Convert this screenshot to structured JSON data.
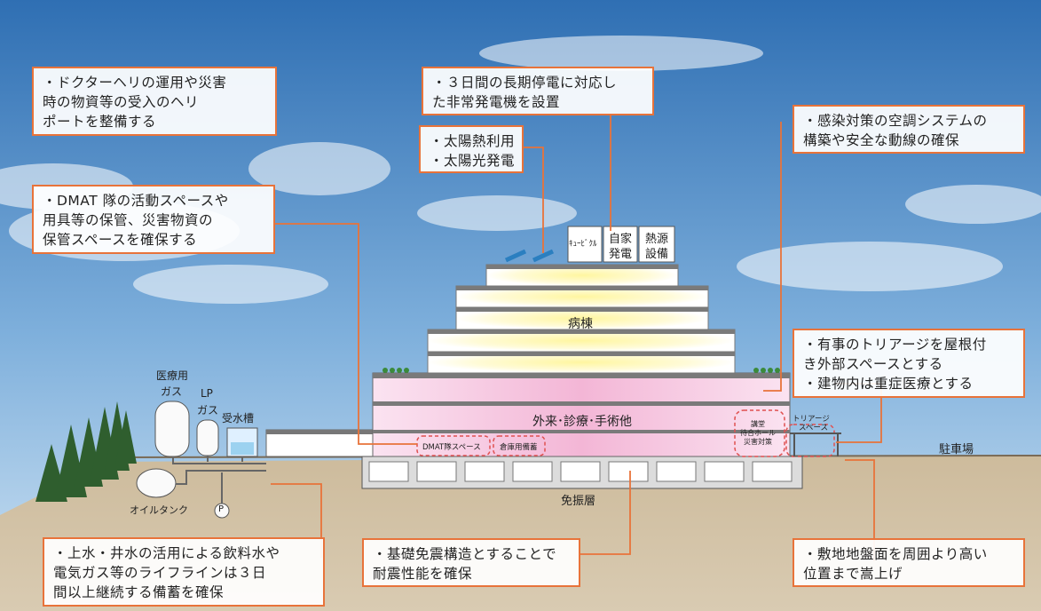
{
  "callouts": {
    "heliport": [
      "・ドクターヘリの運用や災害",
      "時の物資等の受入のヘリ",
      "ポートを整備する"
    ],
    "generator": [
      "・３日間の長期停電に対応し",
      "た非常発電機を設置"
    ],
    "solar": [
      "・太陽熱利用",
      "・太陽光発電"
    ],
    "infection": [
      "・感染対策の空調システムの",
      "構築や安全な動線の確保"
    ],
    "dmat": [
      "・DMAT 隊の活動スペースや",
      "用具等の保管、災害物資の",
      "保管スペースを確保する"
    ],
    "triage": [
      "・有事のトリアージを屋根付",
      "き外部スペースとする",
      "・建物内は重症医療とする"
    ],
    "water": [
      "・上水・井水の活用による飲料水や",
      "電気ガス等のライフラインは３日",
      "間以上継続する備蓄を確保"
    ],
    "seismic": [
      "・基礎免震構造とすることで",
      "耐震性能を確保"
    ],
    "ground": [
      "・敷地地盤面を周囲より高い",
      "位置まで嵩上げ"
    ]
  },
  "labels": {
    "cubicle": "ｷｭｰﾋﾞｸﾙ",
    "selfgen_1": "自家",
    "selfgen_2": "発電",
    "heat_1": "熱源",
    "heat_2": "設備",
    "ward": "病棟",
    "outpatient": "外来･診療･手術他",
    "dmat_space": "DMAT隊スペース",
    "storage": "倉庫用備蓄",
    "lobby_1": "講堂",
    "lobby_2": "待合ホール",
    "lobby_3": "災害対策",
    "triage_space_1": "トリアージ",
    "triage_space_2": "スペース",
    "parking": "駐車場",
    "isolation": "免振層",
    "medical_gas_1": "医療用",
    "medical_gas_2": "ガス",
    "lp_gas_1": "LP",
    "lp_gas_2": "ガス",
    "water_tank": "受水槽",
    "oil_tank": "オイルタンク",
    "pump": "P"
  },
  "colors": {
    "callout_border": "#e8733a",
    "leader_line": "#e8733a",
    "ward_glow": "#fff3a8",
    "clinic_pink": "#f6c3de",
    "ground": "#c9b79a"
  }
}
